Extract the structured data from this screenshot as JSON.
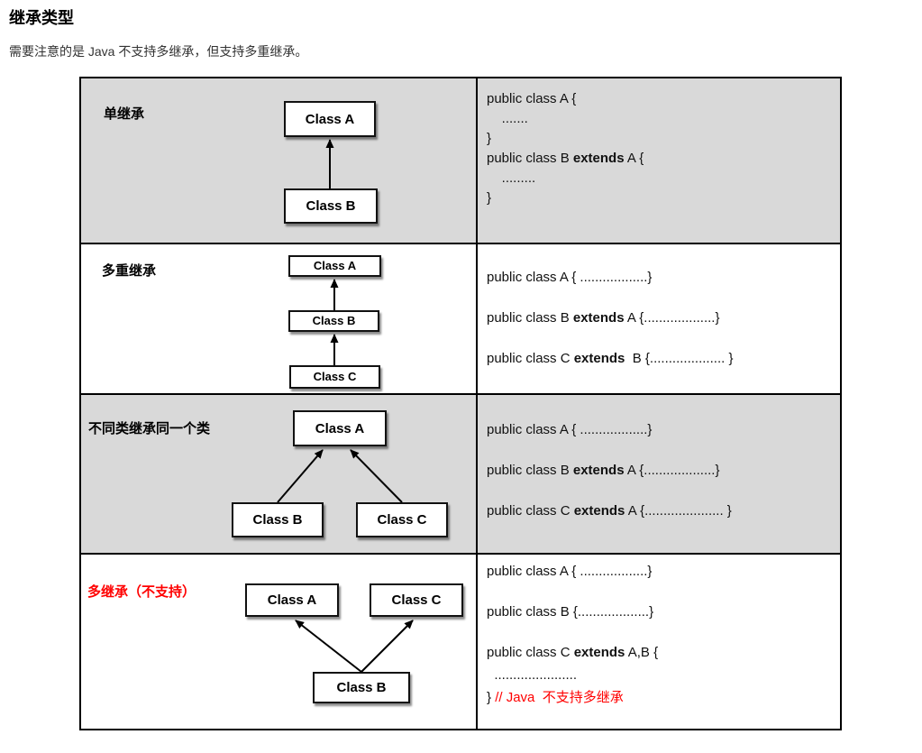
{
  "page": {
    "title": "继承类型",
    "intro": "需要注意的是 Java 不支持多继承，但支持多重继承。"
  },
  "colors": {
    "row_gray": "#d9d9d9",
    "red": "#ff0000",
    "box_border": "#000000"
  },
  "rows": [
    {
      "label": "单继承",
      "classes": [
        "Class A",
        "Class B"
      ],
      "code": [
        {
          "pre": "public class A {"
        },
        {
          "pre": "    ......."
        },
        {
          "pre": "}"
        },
        {
          "pre": "public class B ",
          "bold": "extends",
          "post": " A {"
        },
        {
          "pre": "    ........."
        },
        {
          "pre": "}"
        }
      ]
    },
    {
      "label": "多重继承",
      "classes": [
        "Class A",
        "Class B",
        "Class C"
      ],
      "code": [
        {
          "pre": "public class A { ..................}"
        },
        {
          "pre": "public class B ",
          "bold": "extends",
          "post": " A {...................}"
        },
        {
          "pre": "public class C ",
          "bold": "extends",
          "post": "  B {.................... }"
        }
      ]
    },
    {
      "label": "不同类继承同一个类",
      "classes": [
        "Class A",
        "Class B",
        "Class C"
      ],
      "code": [
        {
          "pre": "public class A { ..................}"
        },
        {
          "pre": "public class B ",
          "bold": "extends",
          "post": " A {...................}"
        },
        {
          "pre": "public class C ",
          "bold": "extends",
          "post": " A {..................... }"
        }
      ]
    },
    {
      "label": "多继承（不支持）",
      "classes": [
        "Class A",
        "Class C",
        "Class B"
      ],
      "code": [
        {
          "pre": "public class A { ..................}"
        },
        {
          "pre": "public class B {...................}"
        },
        {
          "pre": "public class C ",
          "bold": "extends",
          "post": " A,B {"
        },
        {
          "pre": "  ......................"
        },
        {
          "pre": "} ",
          "red": "// Java  不支持多继承"
        }
      ]
    }
  ]
}
